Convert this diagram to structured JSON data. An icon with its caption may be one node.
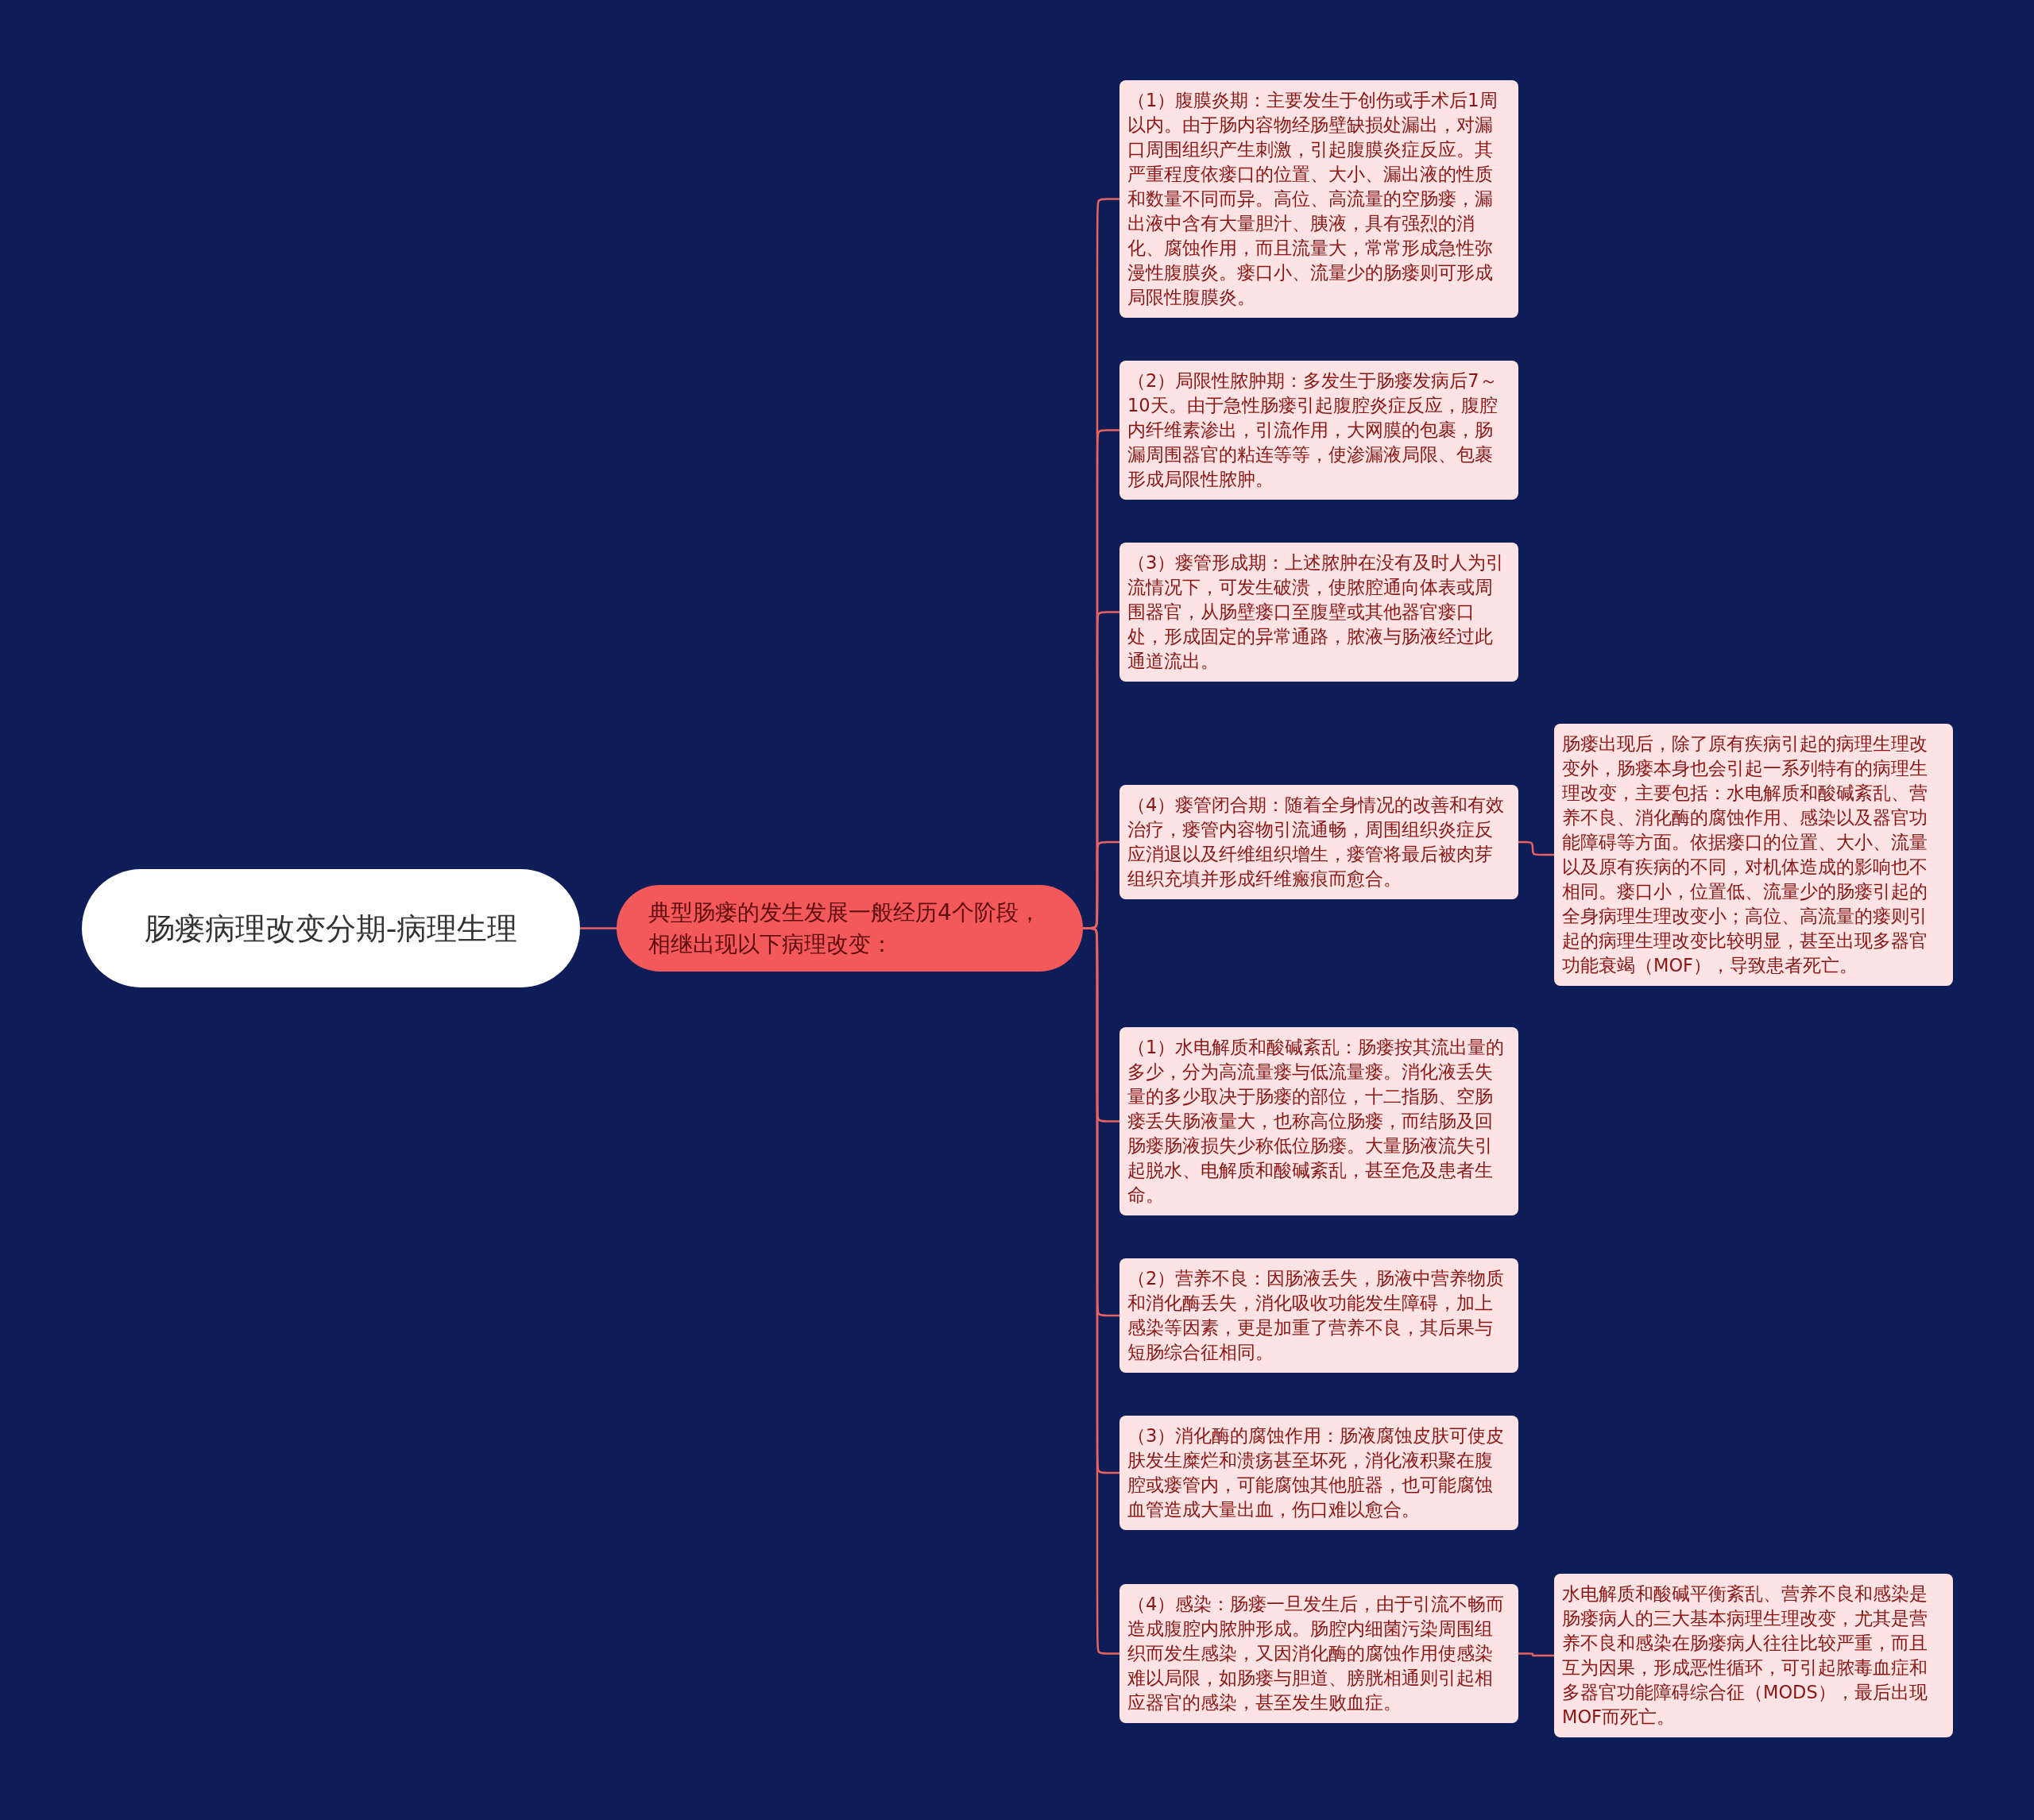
{
  "diagram": {
    "nodes": [
      {
        "text": [
          "肠瘘病理改变分期-病理生理"
        ]
      },
      {
        "text": [
          "典型肠瘘的发生发展一般经历4个阶段，相继出现以下病理改变："
        ]
      },
      {
        "text": [
          "（1）腹膜炎期：主要发生于创伤或手术后1周以内。由于肠内容物经肠壁缺损处漏出，对漏口周围组织产生刺激，引起腹膜炎症反应。其严重程度依瘘口的位置、大小、漏出液的性质和数量不同而异。高位、高流量的空肠瘘，漏出液中含有大量胆汁、胰液，具有强烈的消化、腐蚀作用，而且流量大，常常形成急性弥漫性腹膜炎。瘘口小、流量少的肠瘘则可形成局限性腹膜炎。"
        ]
      },
      {
        "text": [
          "（2）局限性脓肿期：多发生于肠瘘发病后7～10天。由于急性肠瘘引起腹腔炎症反应，腹腔内纤维素渗出，引流作用，大网膜的包裹，肠漏周围器官的粘连等等，使渗漏液局限、包裹形成局限性脓肿。"
        ]
      },
      {
        "text": [
          "（3）瘘管形成期：上述脓肿在没有及时人为引流情况下，可发生破溃，使脓腔通向体表或周围器官，从肠壁瘘口至腹壁或其他器官瘘口处，形成固定的异常通路，脓液与肠液经过此通道流出。"
        ]
      },
      {
        "text": [
          "（4）瘘管闭合期：随着全身情况的改善和有效治疗，瘘管内容物引流通畅，周围组织炎症反应消退以及纤维组织增生，瘘管将最后被肉芽组织充填并形成纤维瘢痕而愈合。"
        ]
      },
      {
        "text": [
          "（1）水电解质和酸碱紊乱：肠瘘按其流出量的多少，分为高流量瘘与低流量瘘。消化液丢失量的多少取决于肠瘘的部位，十二指肠、空肠瘘丢失肠液量大，也称高位肠瘘，而结肠及回肠瘘肠液损失少称低位肠瘘。大量肠液流失引起脱水、电解质和酸碱紊乱，甚至危及患者生命。"
        ]
      },
      {
        "text": [
          "（2）营养不良：因肠液丢失，肠液中营养物质和消化酶丢失，消化吸收功能发生障碍，加上感染等因素，更是加重了营养不良，其后果与短肠综合征相同。"
        ]
      },
      {
        "text": [
          "（3）消化酶的腐蚀作用：肠液腐蚀皮肤可使皮肤发生糜烂和溃疡甚至坏死，消化液积聚在腹腔或瘘管内，可能腐蚀其他脏器，也可能腐蚀血管造成大量出血，伤口难以愈合。"
        ]
      },
      {
        "text": [
          "（4）感染：肠瘘一旦发生后，由于引流不畅而造成腹腔内脓肿形成。肠腔内细菌污染周围组织而发生感染，又因消化酶的腐蚀作用使感染难以局限，如肠瘘与胆道、膀胱相通则引起相应器官的感染，甚至发生败血症。"
        ]
      },
      {
        "text": [
          "肠瘘出现后，除了原有疾病引起的病理生理改变外，肠瘘本身也会引起一系列特有的病理生理改变，主要包括：水电解质和酸碱紊乱、营养不良、消化酶的腐蚀作用、感染以及器官功能障碍等方面。依据瘘口的位置、大小、流量以及原有疾病的不同，对机体造成的影响也不相同。瘘口小，位置低、流量少的肠瘘引起的全身病理生理改变小；高位、高流量的瘘则引起的病理生理改变比较明显，甚至出现多器官功能衰竭（MOF），导致患者死亡。"
        ]
      },
      {
        "text": [
          "水电解质和酸碱平衡紊乱、营养不良和感染是肠瘘病人的三大基本病理生理改变，尤其是营养不良和感染在肠瘘病人往往比较严重，而且互为因果，形成恶性循环，可引起脓毒血症和多器官功能障碍综合征（MODS），最后出现MOF而死亡。"
        ]
      }
    ],
    "edges": [
      {
        "from": 0,
        "to": 1,
        "arrow": "none"
      },
      {
        "from": 1,
        "to": 2,
        "arrow": "none"
      },
      {
        "from": 1,
        "to": 3,
        "arrow": "none"
      },
      {
        "from": 1,
        "to": 4,
        "arrow": "none"
      },
      {
        "from": 1,
        "to": 5,
        "arrow": "none"
      },
      {
        "from": 1,
        "to": 6,
        "arrow": "none"
      },
      {
        "from": 1,
        "to": 7,
        "arrow": "none"
      },
      {
        "from": 1,
        "to": 8,
        "arrow": "none"
      },
      {
        "from": 1,
        "to": 9,
        "arrow": "none"
      },
      {
        "from": 5,
        "to": 10,
        "arrow": "none"
      },
      {
        "from": 9,
        "to": 11,
        "arrow": "none"
      }
    ]
  }
}
